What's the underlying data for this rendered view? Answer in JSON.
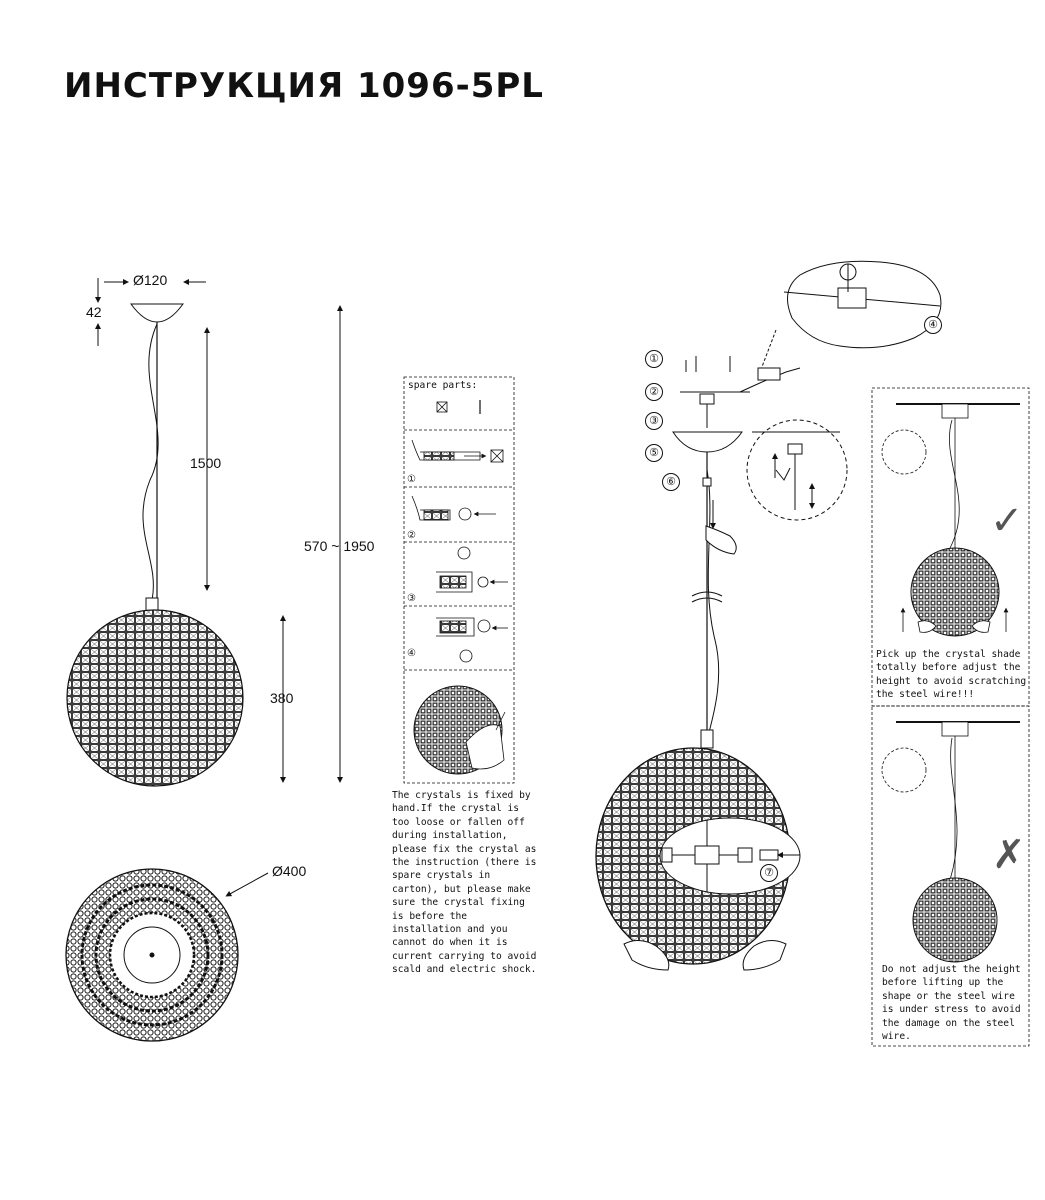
{
  "title": "ИНСТРУКЦИЯ 1096-5PL",
  "dimensions": {
    "canopy_diameter": "Ø120",
    "canopy_height": "42",
    "cable_length": "1500",
    "total_height": "570 ~ 1950",
    "shade_height": "380",
    "shade_diameter": "Ø400"
  },
  "spare_parts": {
    "header": "spare parts:",
    "steps": [
      "①",
      "②",
      "③",
      "④"
    ]
  },
  "crystal_note": "The crystals is fixed by hand.If the crystal is too loose or fallen off during installation, please fix the crystal as the instruction (there is spare crystals in carton), but please make sure the crystal fixing is before the installation and you cannot do when it is current carrying to avoid scald and electric shock.",
  "install_steps": [
    "①",
    "②",
    "③",
    "④",
    "⑤",
    "⑥",
    "⑦"
  ],
  "correct_note": "Pick up the crystal shade totally before adjust the height to avoid scratching the steel wire!!!",
  "wrong_note": "Do not adjust the height before lifting up the shape or the steel wire is under stress to avoid the damage on the steel wire.",
  "correct_mark": "✓",
  "wrong_mark": "✗"
}
